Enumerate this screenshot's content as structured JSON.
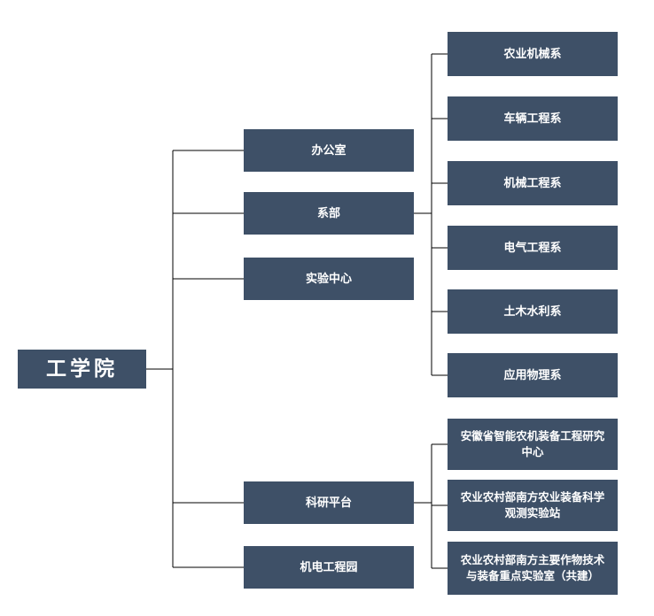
{
  "org": {
    "root": {
      "label": "工学院"
    },
    "level1": [
      {
        "label": "办公室"
      },
      {
        "label": "系部"
      },
      {
        "label": "实验中心"
      },
      {
        "label": "科研平台"
      },
      {
        "label": "机电工程园"
      }
    ],
    "departments": [
      {
        "label": "农业机械系"
      },
      {
        "label": "车辆工程系"
      },
      {
        "label": "机械工程系"
      },
      {
        "label": "电气工程系"
      },
      {
        "label": "土木水利系"
      },
      {
        "label": "应用物理系"
      }
    ],
    "platforms": [
      {
        "label": "安徽省智能农机装备工程研究中心"
      },
      {
        "label": "农业农村部南方农业装备科学观测实验站"
      },
      {
        "label": "农业农村部南方主要作物技术与装备重点实验室（共建）"
      }
    ]
  },
  "colors": {
    "box": "#3E5067",
    "text": "#FFFFFF",
    "line": "#000000"
  }
}
